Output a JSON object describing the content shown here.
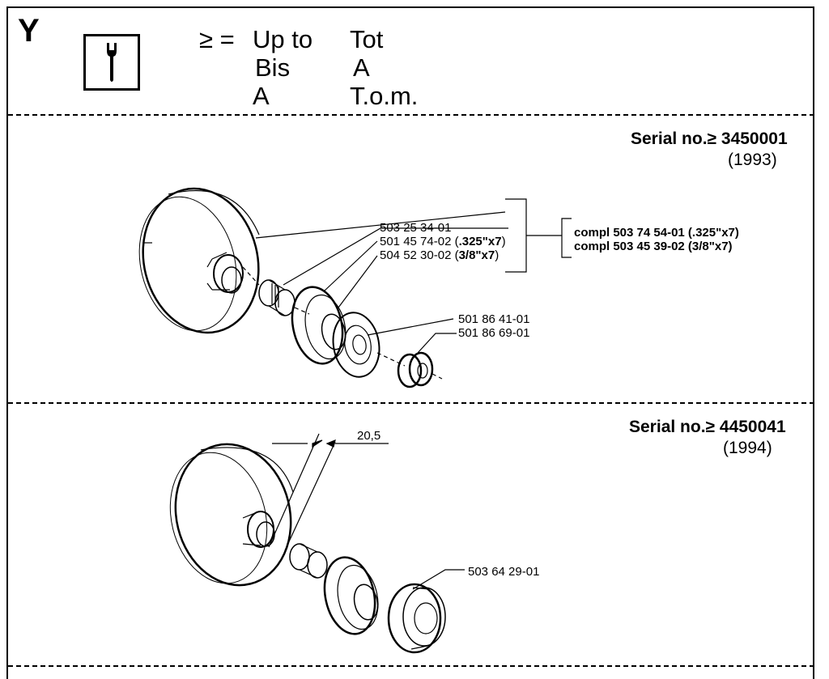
{
  "header": {
    "section_letter": "Y",
    "tool_icon": "wrench-icon",
    "legend": {
      "symbol": "≥",
      "equals": "=",
      "col1": [
        "Up to",
        "Bis",
        "A"
      ],
      "col2": [
        "Tot",
        "A",
        "T.o.m."
      ]
    }
  },
  "section1": {
    "serial_label": "Serial no.≥ ",
    "serial_number": "3450001",
    "year": "(1993)",
    "parts": [
      {
        "number": "503 25 34-01",
        "suffix": ""
      },
      {
        "number": "501 45 74-02 (",
        "suffix": ".325\"x7",
        "close": ")"
      },
      {
        "number": "504 52 30-02 (",
        "suffix": "3/8\"x7",
        "close": ")"
      }
    ],
    "compl": [
      "compl 503 74 54-01 (.325\"x7)",
      "compl 503 45 39-02 (3/8\"x7)"
    ],
    "lower_parts": [
      "501 86 41-01",
      "501 86 69-01"
    ]
  },
  "section2": {
    "serial_label": "Serial no.≥ ",
    "serial_number": "4450041",
    "year": "(1994)",
    "dimension": "20,5",
    "part": "503 64 29-01"
  }
}
